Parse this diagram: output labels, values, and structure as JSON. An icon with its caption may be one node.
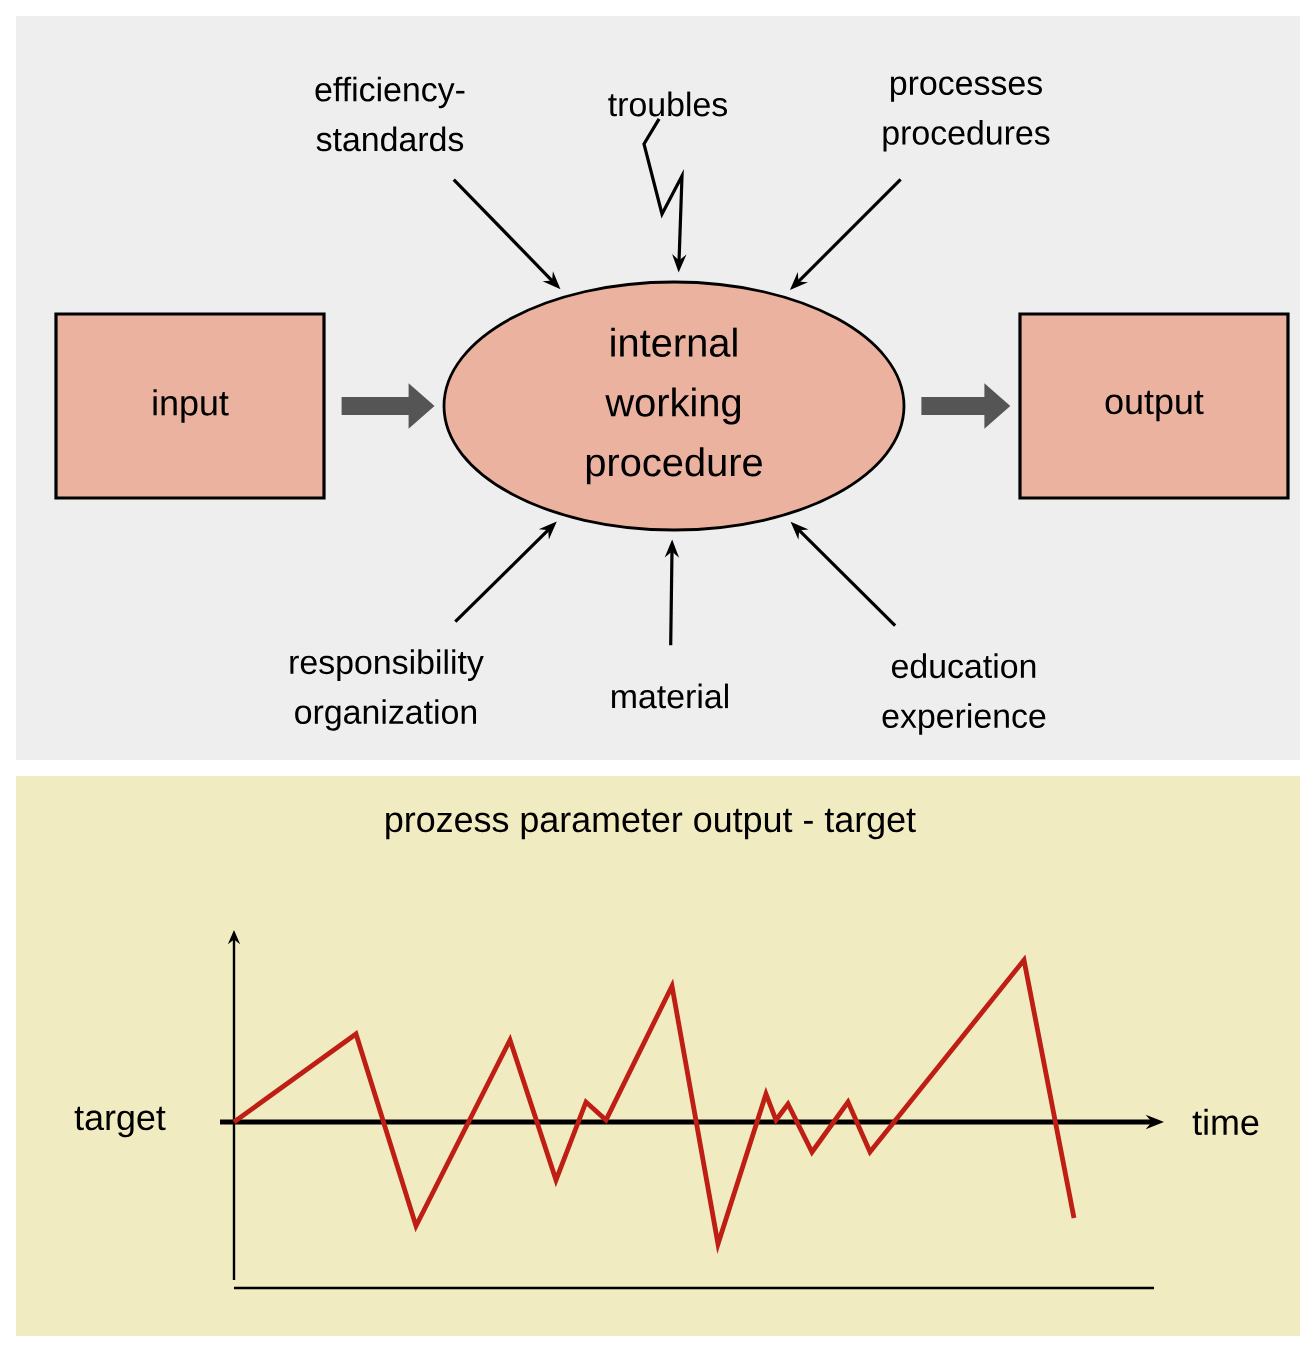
{
  "diagram": {
    "nodes": [
      {
        "text": [
          "input"
        ]
      },
      {
        "text": [
          "internal working procedure"
        ]
      },
      {
        "text": [
          "output"
        ]
      },
      {
        "text": [
          "efficiency-standards"
        ]
      },
      {
        "text": [
          "troubles"
        ]
      },
      {
        "text": [
          "processes procedures"
        ]
      },
      {
        "text": [
          "responsibility organization"
        ]
      },
      {
        "text": [
          "material"
        ]
      },
      {
        "text": [
          "education experience"
        ]
      }
    ],
    "edges": [
      {
        "from": 0,
        "to": 1,
        "arrow": "to",
        "style": "thick",
        "color": "#555555"
      },
      {
        "from": 1,
        "to": 2,
        "arrow": "to",
        "style": "thick",
        "color": "#555555"
      },
      {
        "from": 3,
        "to": 1,
        "arrow": "to"
      },
      {
        "from": 4,
        "to": 1,
        "arrow": "to"
      },
      {
        "from": 5,
        "to": 1,
        "arrow": "to"
      },
      {
        "from": 6,
        "to": 1,
        "arrow": "to"
      },
      {
        "from": 7,
        "to": 1,
        "arrow": "to"
      },
      {
        "from": 8,
        "to": 1,
        "arrow": "to"
      }
    ],
    "labels": [
      "prozess parameter output - target",
      "target",
      "time"
    ]
  }
}
